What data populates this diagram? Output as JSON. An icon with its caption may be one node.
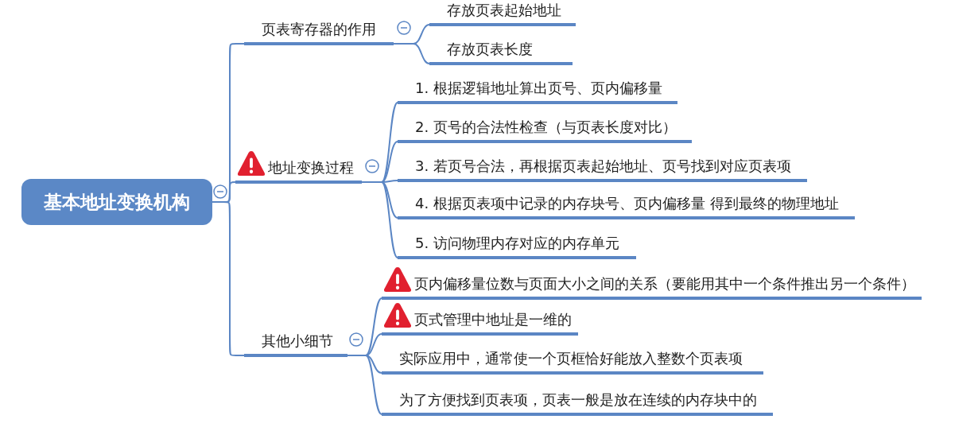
{
  "diagram": {
    "nodes": [
      {
        "text": [
          "基本地址变换机构"
        ]
      },
      {
        "text": [
          "页表寄存器的作用"
        ]
      },
      {
        "text": [
          "存放页表起始地址"
        ]
      },
      {
        "text": [
          "存放页表长度"
        ]
      },
      {
        "text": [
          "地址变换过程"
        ]
      },
      {
        "text": [
          "1. 根据逻辑地址算出页号、页内偏移量"
        ]
      },
      {
        "text": [
          "2. 页号的合法性检查（与页表长度对比）"
        ]
      },
      {
        "text": [
          "3. 若页号合法，再根据页表起始地址、页号找到对应页表项"
        ]
      },
      {
        "text": [
          "4. 根据页表项中记录的内存块号、页内偏移量 得到最终的物理地址"
        ]
      },
      {
        "text": [
          "5. 访问物理内存对应的内存单元"
        ]
      },
      {
        "text": [
          "其他小细节"
        ]
      },
      {
        "text": [
          "页内偏移量位数与页面大小之间的关系（要能用其中一个条件推出另一个条件）"
        ]
      },
      {
        "text": [
          "页式管理中地址是一维的"
        ]
      },
      {
        "text": [
          "实际应用中，通常使一个页框恰好能放入整数个页表项"
        ]
      },
      {
        "text": [
          "为了方便找到页表项，页表一般是放在连续的内存块中的"
        ]
      }
    ],
    "edges": [
      {
        "from": 0,
        "to": 1,
        "arrow": "none"
      },
      {
        "from": 0,
        "to": 4,
        "arrow": "none"
      },
      {
        "from": 0,
        "to": 10,
        "arrow": "none"
      },
      {
        "from": 1,
        "to": 2,
        "arrow": "none"
      },
      {
        "from": 1,
        "to": 3,
        "arrow": "none"
      },
      {
        "from": 4,
        "to": 5,
        "arrow": "none"
      },
      {
        "from": 4,
        "to": 6,
        "arrow": "none"
      },
      {
        "from": 4,
        "to": 7,
        "arrow": "none"
      },
      {
        "from": 4,
        "to": 8,
        "arrow": "none"
      },
      {
        "from": 4,
        "to": 9,
        "arrow": "none"
      },
      {
        "from": 10,
        "to": 11,
        "arrow": "none"
      },
      {
        "from": 10,
        "to": 12,
        "arrow": "none"
      },
      {
        "from": 10,
        "to": 13,
        "arrow": "none"
      },
      {
        "from": 10,
        "to": 14,
        "arrow": "none"
      }
    ]
  }
}
